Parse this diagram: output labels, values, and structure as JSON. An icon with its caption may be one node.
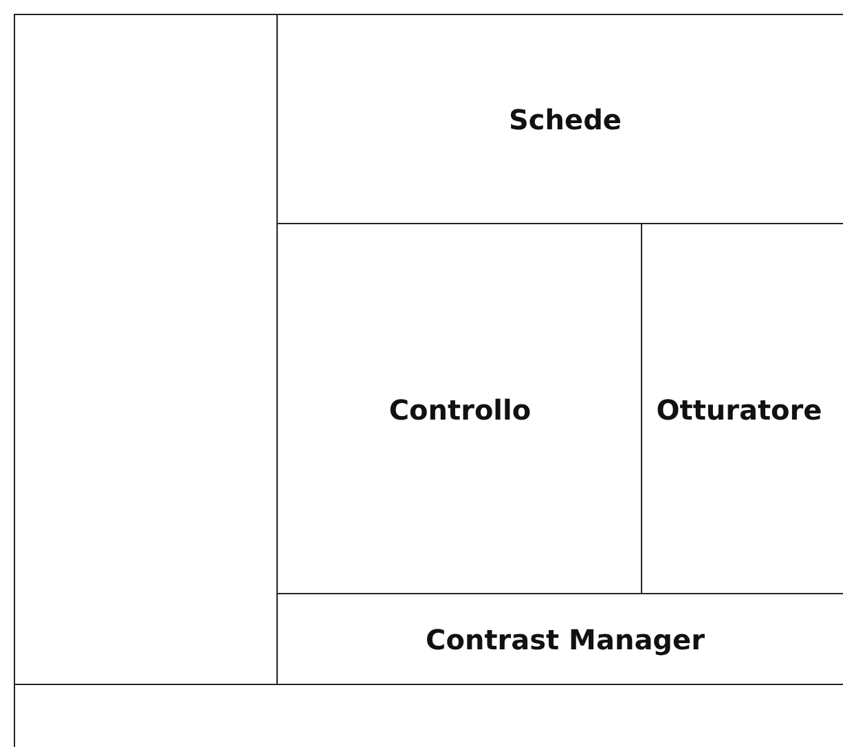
{
  "diagram": {
    "nodes": [
      {
        "text": [],
        "shape": "box"
      },
      {
        "text": [
          "Schede"
        ]
      },
      {
        "text": [
          "Controllo"
        ]
      },
      {
        "text": [
          "Otturatore"
        ]
      },
      {
        "text": [
          "Contrast Manager"
        ]
      },
      {
        "text": [],
        "shape": "box"
      }
    ]
  }
}
